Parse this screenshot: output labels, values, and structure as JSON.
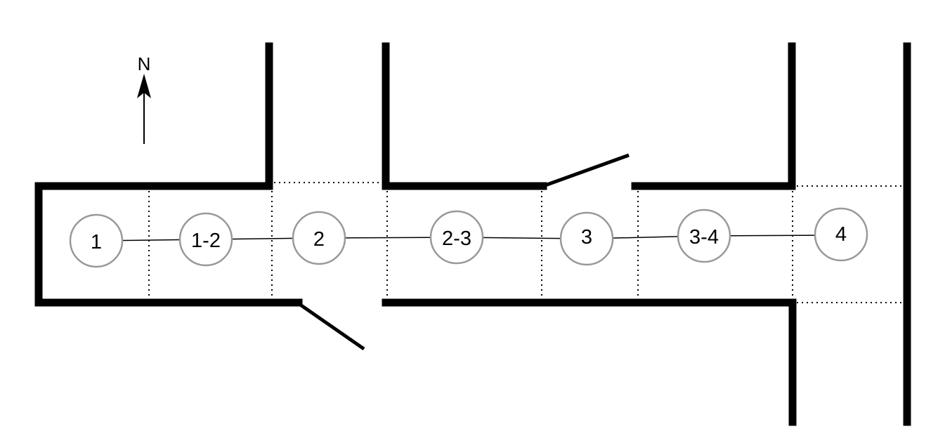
{
  "compass": {
    "label": "N"
  },
  "nodes": [
    {
      "id": "1",
      "label": "1"
    },
    {
      "id": "1-2",
      "label": "1-2"
    },
    {
      "id": "2",
      "label": "2"
    },
    {
      "id": "2-3",
      "label": "2-3"
    },
    {
      "id": "3",
      "label": "3"
    },
    {
      "id": "3-4",
      "label": "3-4"
    },
    {
      "id": "4",
      "label": "4"
    }
  ]
}
